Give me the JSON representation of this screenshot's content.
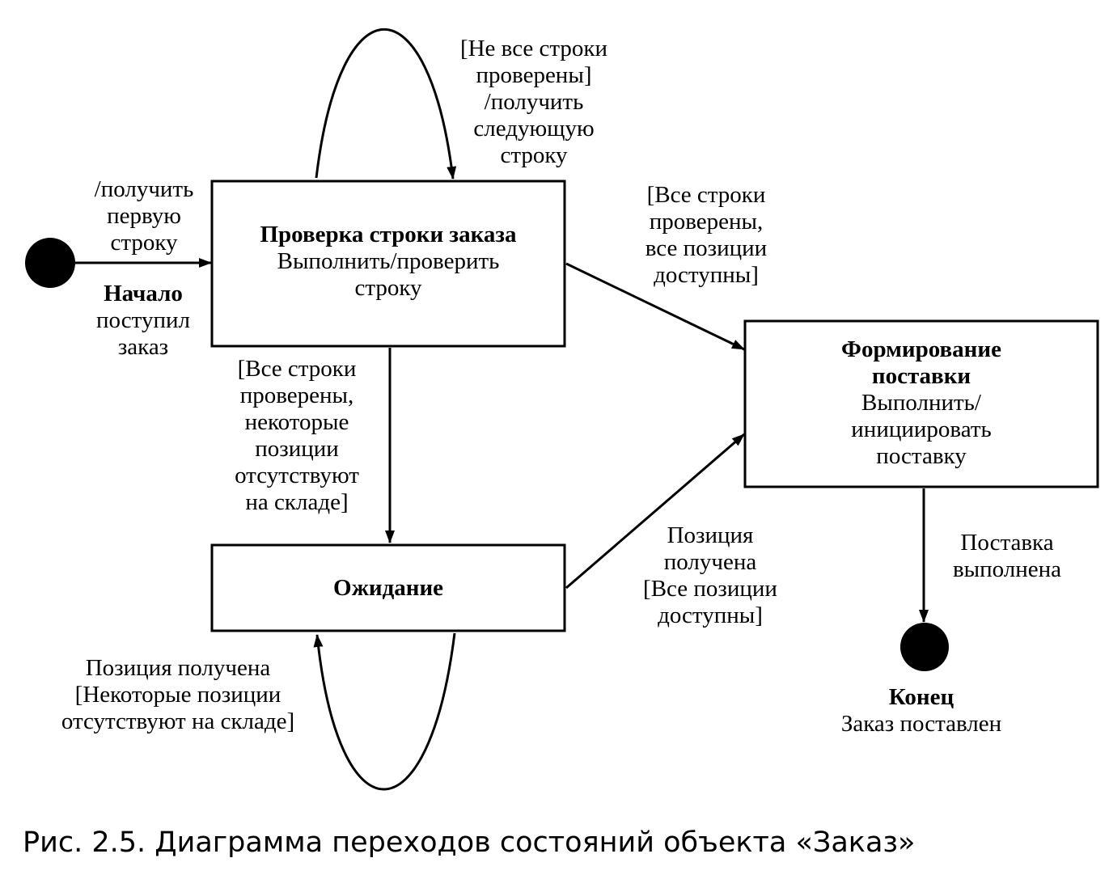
{
  "states": {
    "check": {
      "title": "Проверка строки заказа",
      "action": [
        "Выполнить/проверить",
        "строку"
      ]
    },
    "shipment": {
      "title": [
        "Формирование",
        "поставки"
      ],
      "action": [
        "Выполнить/",
        "инициировать",
        "поставку"
      ]
    },
    "waiting": {
      "title": "Ожидание"
    },
    "start": {
      "title": "Начало",
      "subtitle": [
        "поступил",
        "заказ"
      ]
    },
    "end": {
      "title": "Конец",
      "subtitle": "Заказ поставлен"
    }
  },
  "transitions": {
    "initial": [
      "/получить",
      "первую",
      "строку"
    ],
    "self_check": [
      "[Не все строки",
      "проверены]",
      "/получить",
      "следующую",
      "строку"
    ],
    "check_to_shipment": [
      "[Все строки",
      "проверены,",
      "все позиции",
      "доступны]"
    ],
    "check_to_waiting": [
      "[Все строки",
      "проверены,",
      "некоторые",
      "позиции",
      "отсутствуют",
      "на складе]"
    ],
    "waiting_to_shipment": [
      "Позиция",
      "получена",
      "[Все позиции",
      "доступны]"
    ],
    "self_waiting": [
      "Позиция получена",
      "[Некоторые позиции",
      "отсутствуют на складе]"
    ],
    "shipment_to_end": [
      "Поставка",
      "выполнена"
    ]
  },
  "caption": "Рис. 2.5. Диаграмма переходов состояний объекта «Заказ»"
}
